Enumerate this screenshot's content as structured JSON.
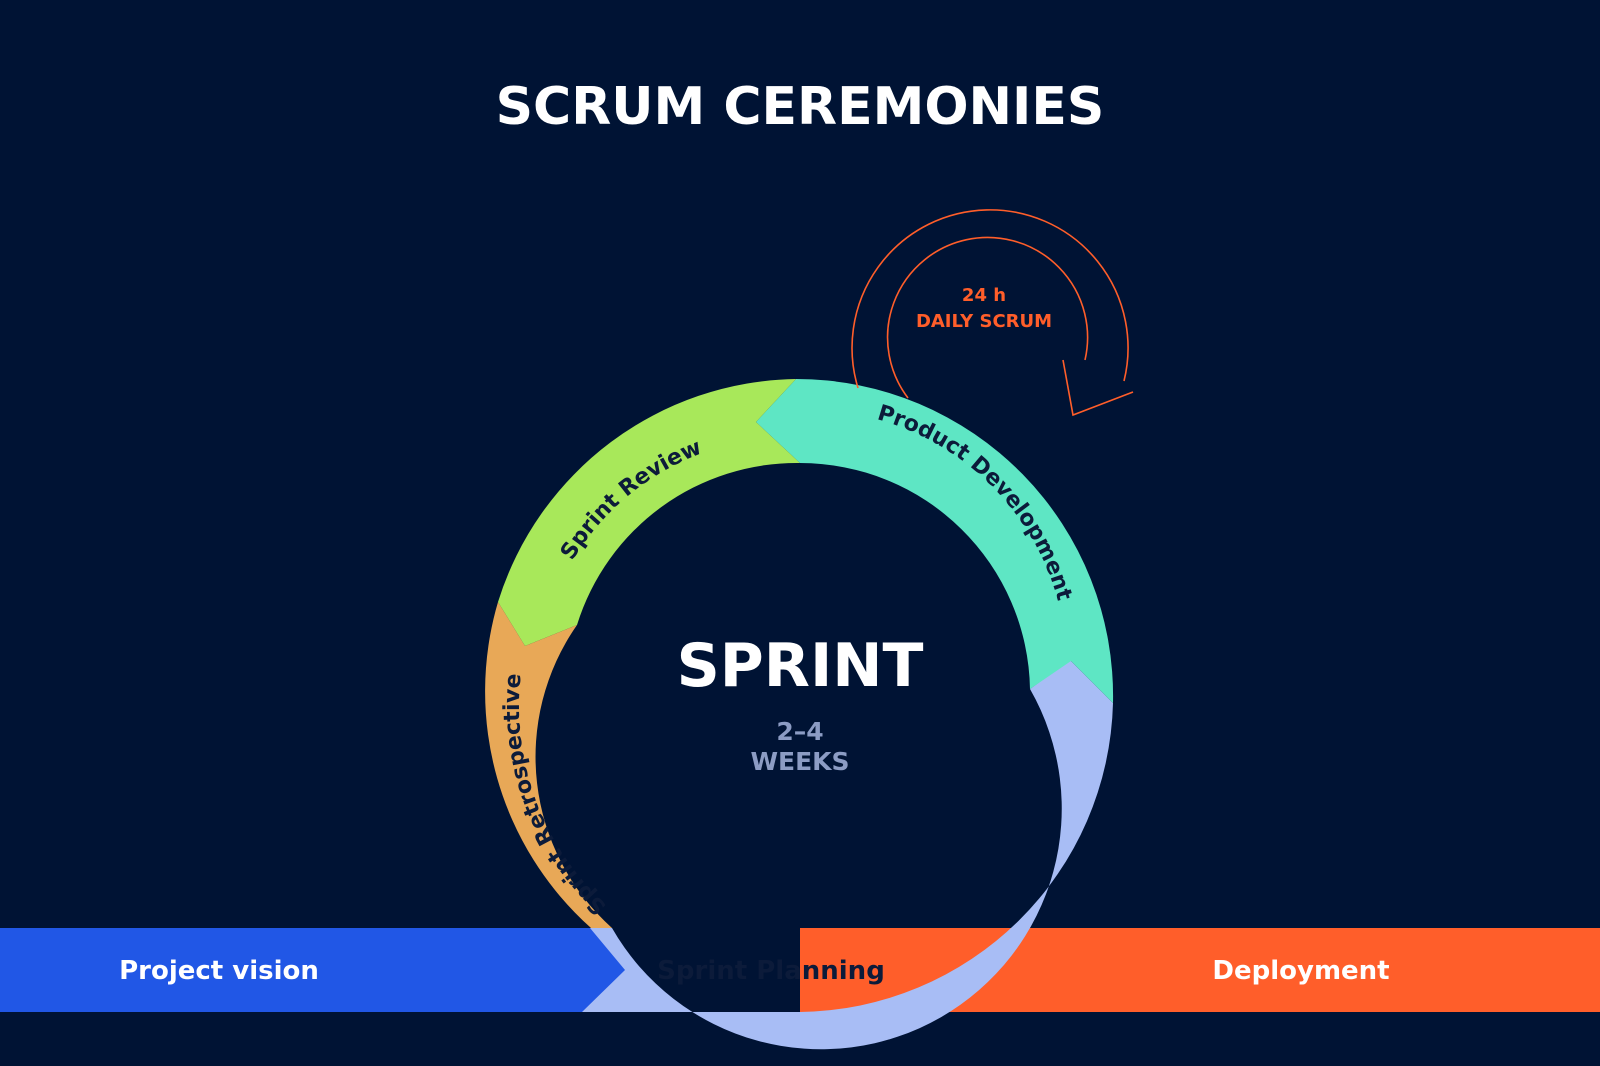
{
  "title": "SCRUM CEREMONIES",
  "center": {
    "title": "SPRINT",
    "duration_line1": "2–4",
    "duration_line2": "WEEKS"
  },
  "daily_scrum": {
    "line1": "24 h",
    "line2": "DAILY SCRUM"
  },
  "cycle": {
    "sprint_review": "Sprint Review",
    "product_development": "Product Development",
    "sprint_retrospective": "Sprint Retrospective",
    "sprint_planning": "Sprint Planning"
  },
  "timeline": {
    "project_vision": "Project vision",
    "deployment": "Deployment"
  },
  "colors": {
    "background": "#001334",
    "project_vision": "#2157E6",
    "deployment": "#FF5E2A",
    "sprint_planning": "#A8BDF5",
    "product_development": "#5EE6C4",
    "sprint_review": "#A8E85A",
    "sprint_retrospective": "#E8A857",
    "daily_scrum": "#FF5E2A",
    "weeks_text": "#8C9CC4"
  }
}
